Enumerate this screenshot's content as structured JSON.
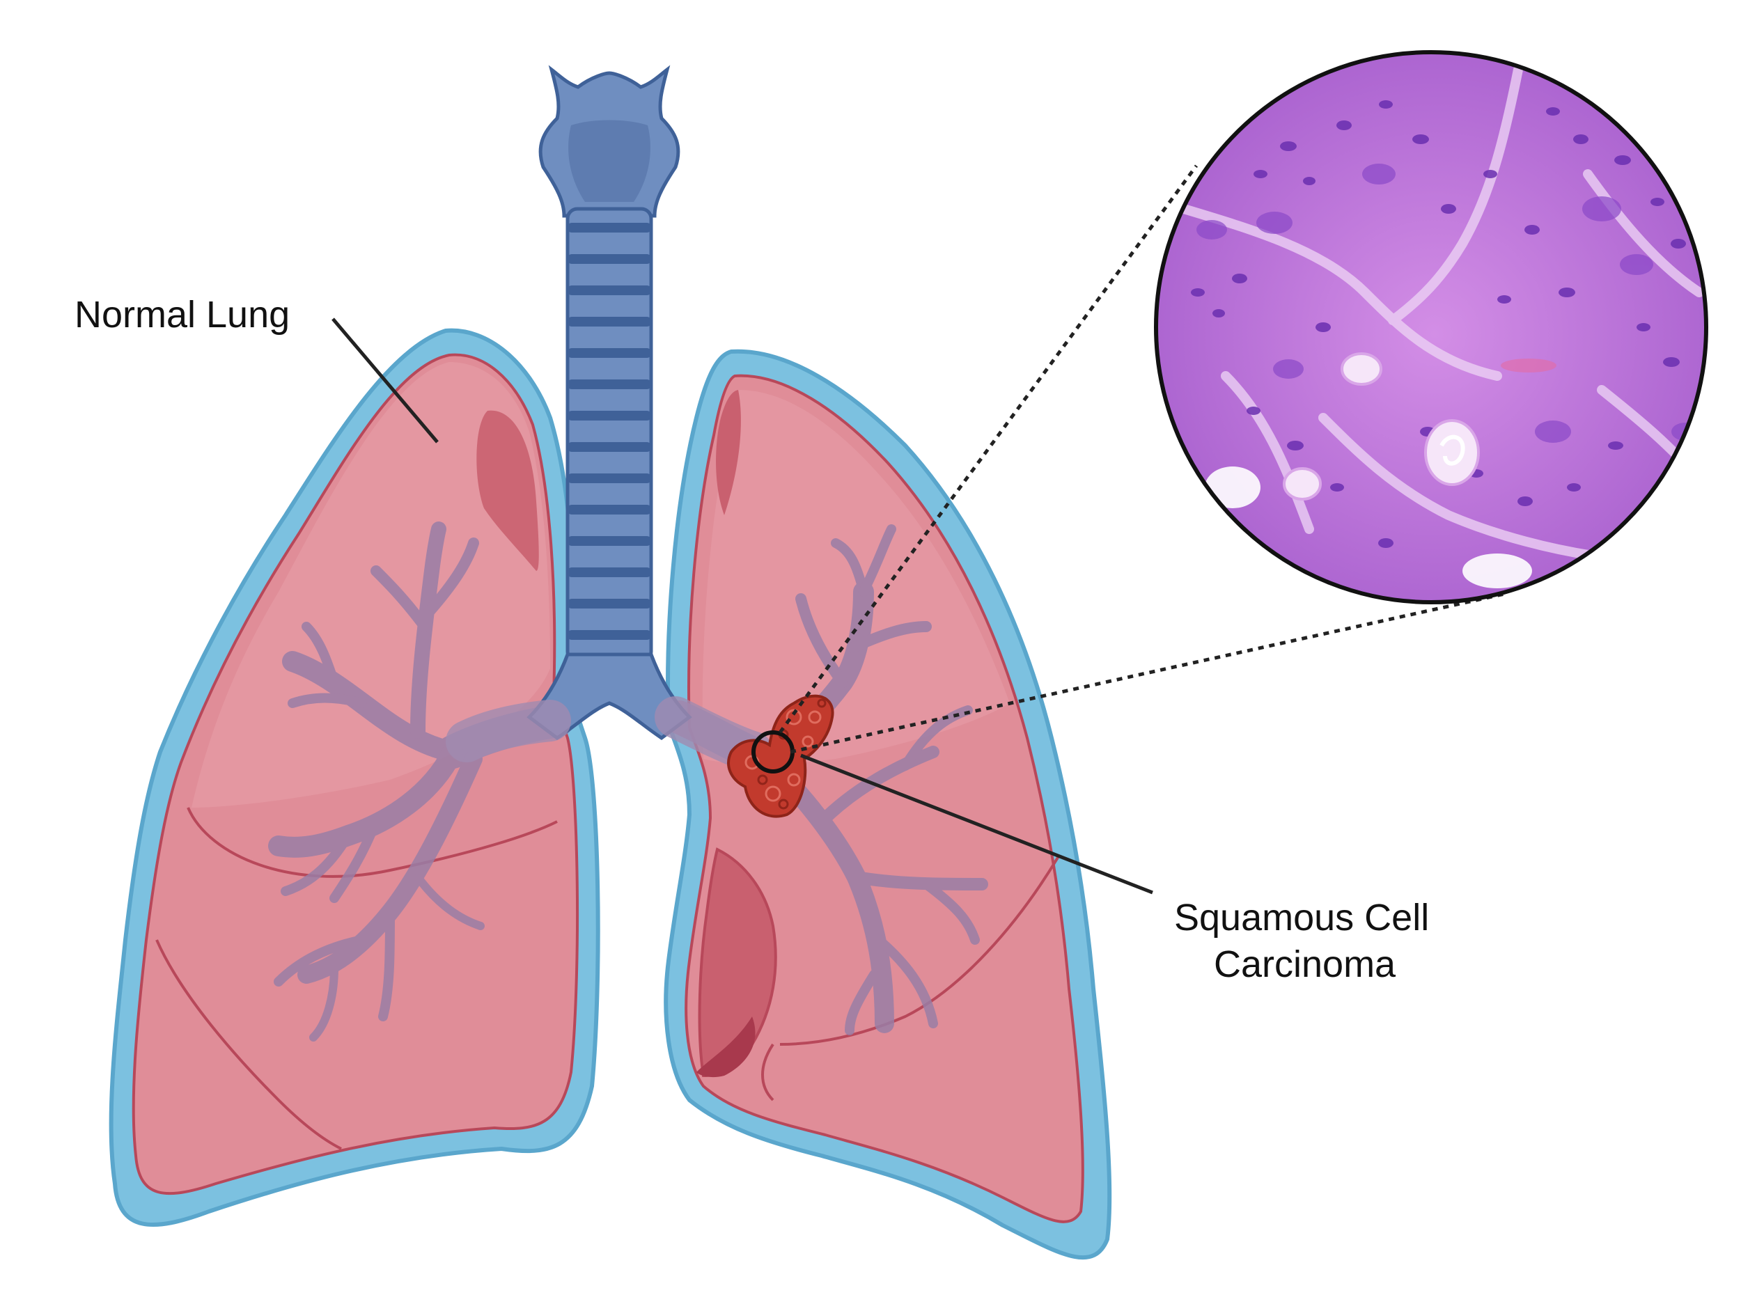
{
  "labels": {
    "normal_lung": "Normal Lung",
    "carcinoma_line1": "Squamous Cell",
    "carcinoma_line2": "Carcinoma"
  },
  "colors": {
    "pleura": "#7cc1e0",
    "pleura_stroke": "#5aa6cc",
    "lung_fill": "#e08d98",
    "lung_shadow": "#c9606f",
    "lung_stroke": "#b8485a",
    "bronchi": "#9a7ea6",
    "trachea": "#6f8ec0",
    "trachea_ring": "#3f6198",
    "tumor": "#c23a2d",
    "tissue_base": "#b46ad8",
    "tissue_nuclei": "#6a2fb0",
    "tissue_light": "#f3dff7",
    "leader_line": "#222222"
  },
  "icons": [
    "lungs-illustration",
    "trachea-illustration",
    "tumor-mass",
    "histology-magnifier"
  ]
}
